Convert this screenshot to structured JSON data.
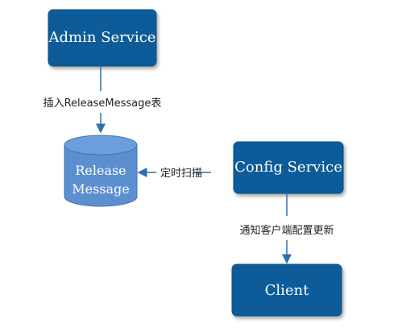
{
  "diagram": {
    "nodes": {
      "admin_service": {
        "label": "Admin Service"
      },
      "release_message": {
        "line1": "Release",
        "line2": "Message"
      },
      "config_service": {
        "label": "Config Service"
      },
      "client": {
        "label": "Client"
      }
    },
    "edges": {
      "admin_to_db": {
        "label": "插入ReleaseMessage表"
      },
      "config_to_db": {
        "label": "定时扫描"
      },
      "config_to_client": {
        "label": "通知客户端配置更新"
      }
    },
    "colors": {
      "box_fill": "#075b99",
      "box_border": "#0a4f84",
      "db_fill": "#5b8fd0",
      "db_border": "#3f73b5",
      "arrow": "#2f6fb0"
    }
  }
}
